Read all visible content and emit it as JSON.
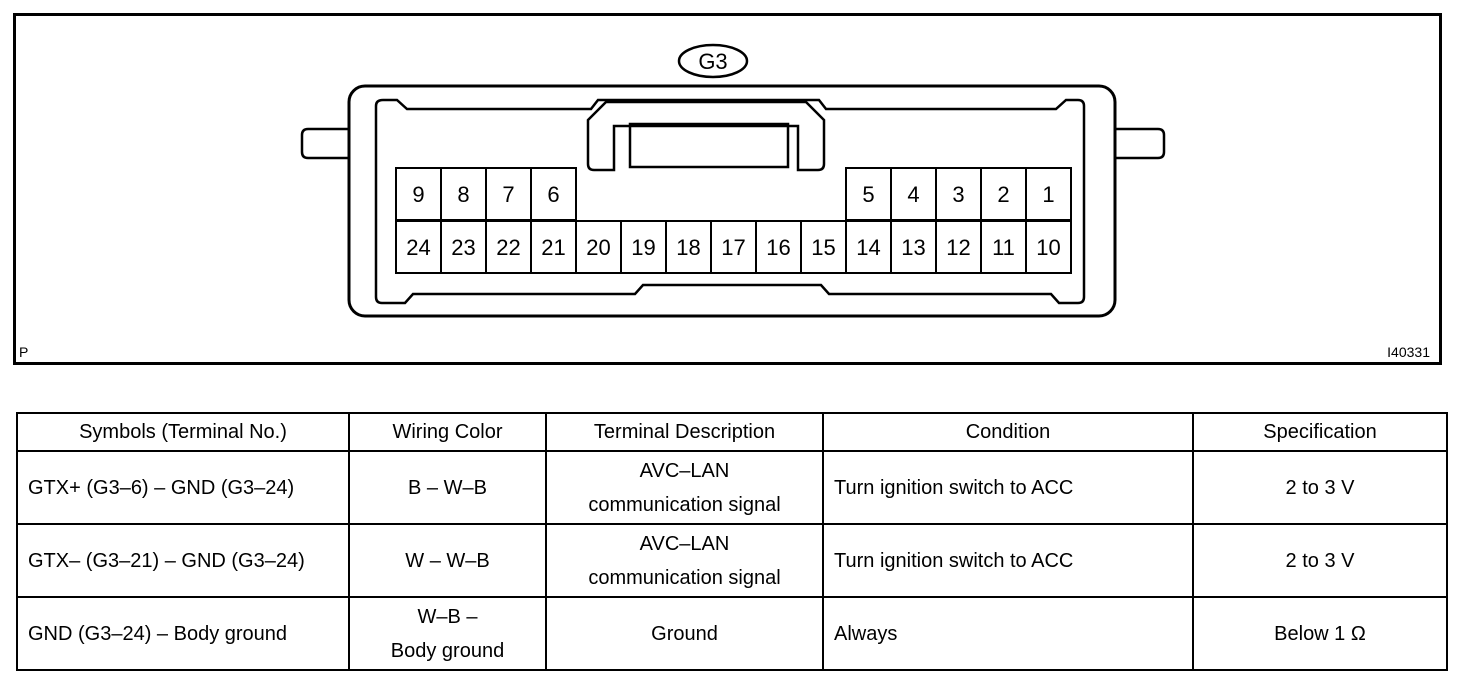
{
  "diagram": {
    "connector_id": "G3",
    "corner_left": "P",
    "corner_right": "I40331",
    "pins_top": [
      "9",
      "8",
      "7",
      "6",
      "5",
      "4",
      "3",
      "2",
      "1"
    ],
    "pins_bottom": [
      "24",
      "23",
      "22",
      "21",
      "20",
      "19",
      "18",
      "17",
      "16",
      "15",
      "14",
      "13",
      "12",
      "11",
      "10"
    ]
  },
  "table": {
    "headers": [
      "Symbols (Terminal No.)",
      "Wiring Color",
      "Terminal Description",
      "Condition",
      "Specification"
    ],
    "rows": [
      {
        "symbols": "GTX+ (G3–6) – GND (G3–24)",
        "wiring_l1": "B – W–B",
        "wiring_l2": "",
        "desc_l1": "AVC–LAN",
        "desc_l2": "communication signal",
        "condition": "Turn ignition switch to ACC",
        "spec": "2 to 3 V"
      },
      {
        "symbols": "GTX– (G3–21) – GND (G3–24)",
        "wiring_l1": "W – W–B",
        "wiring_l2": "",
        "desc_l1": "AVC–LAN",
        "desc_l2": "communication signal",
        "condition": "Turn ignition switch to ACC",
        "spec": "2 to 3 V"
      },
      {
        "symbols": "GND (G3–24) – Body ground",
        "wiring_l1": "W–B –",
        "wiring_l2": "Body ground",
        "desc_l1": "Ground",
        "desc_l2": "",
        "condition": "Always",
        "spec": "Below 1 Ω"
      }
    ]
  }
}
